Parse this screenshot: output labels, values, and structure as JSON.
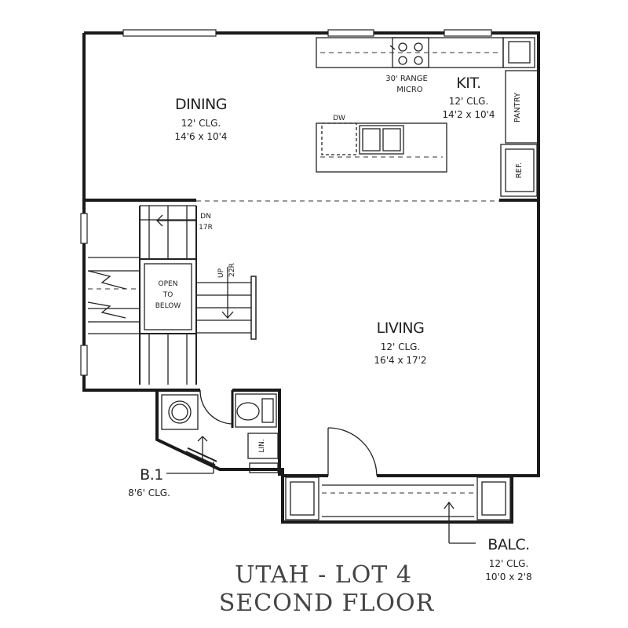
{
  "rooms": {
    "dining": {
      "name": "DINING",
      "ceiling": "12' CLG.",
      "size": "14'6 x 10'4"
    },
    "kitchen": {
      "name": "KIT.",
      "ceiling": "12' CLG.",
      "size": "14'2 x 10'4"
    },
    "living": {
      "name": "LIVING",
      "ceiling": "12' CLG.",
      "size": "16'4 x 17'2"
    },
    "bath": {
      "name": "B.1",
      "ceiling": "8'6' CLG."
    },
    "balcony": {
      "name": "BALC.",
      "ceiling": "12' CLG.",
      "size": "10'0 x 2'8"
    }
  },
  "labels": {
    "range": "30' RANGE",
    "micro": "MICRO",
    "pantry": "PANTRY",
    "ref": "REF.",
    "dw": "DW",
    "stair_down": "DN",
    "stair_down_risers": "17R",
    "stair_up": "UP",
    "stair_up_risers": "22R",
    "open_to_below": [
      "OPEN",
      "TO",
      "BELOW"
    ],
    "linen": "LIN."
  },
  "title": {
    "line1": "UTAH - LOT 4",
    "line2": "SECOND FLOOR"
  }
}
